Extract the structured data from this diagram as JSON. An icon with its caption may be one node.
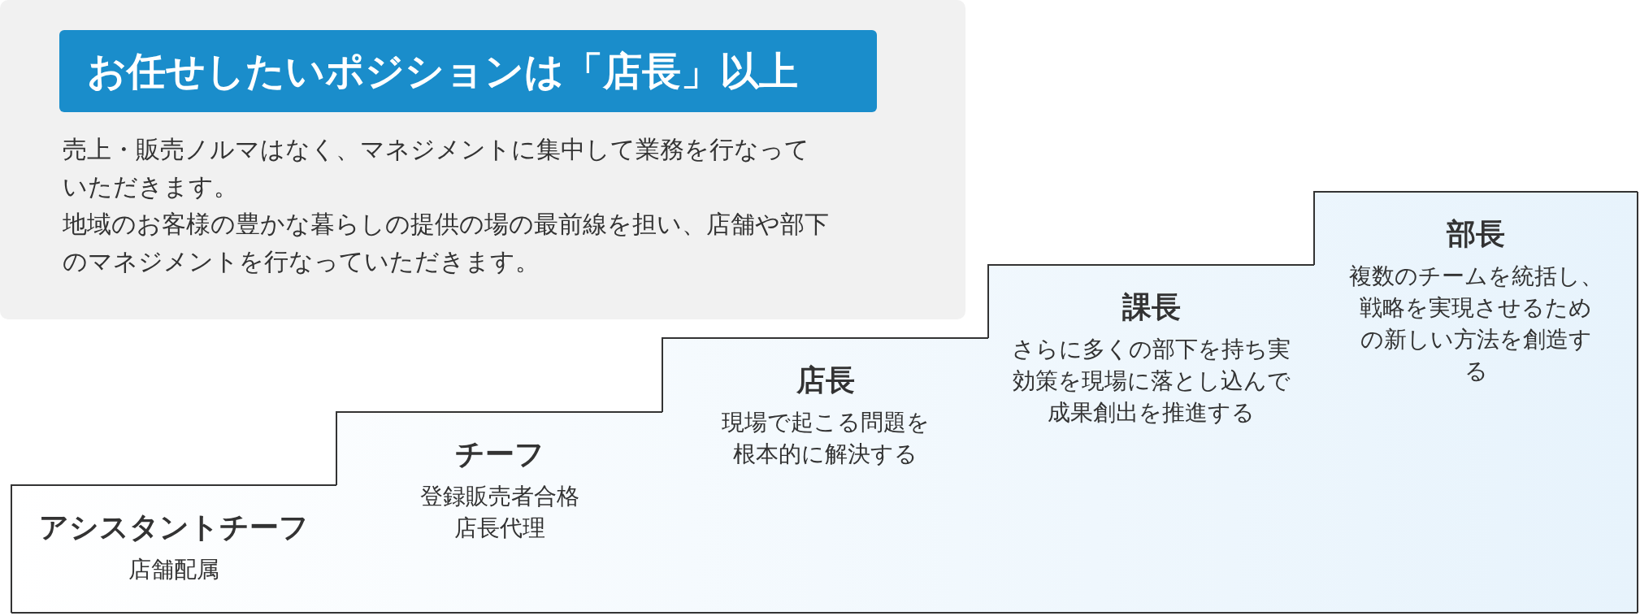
{
  "diagram": {
    "nodes": [
      {
        "text": [
          "売上・販売ノルマはなく、マネジメントに集中して業務を行なっていただきます。",
          "地域のお客様の豊かな暮らしの提供の場の最前線を担い、店舗や部下のマネジメントを行なっていただきます。"
        ]
      },
      {
        "text": [
          "お任せしたいポジションは「店長」以上"
        ],
        "in": 0
      },
      {
        "text": [
          "アシスタントチーフ",
          "店舗配属"
        ]
      },
      {
        "text": [
          "チーフ",
          "登録販売者合格店長代理"
        ]
      },
      {
        "text": [
          "店長",
          "現場で起こる問題を根本的に解決する"
        ]
      },
      {
        "text": [
          "課長",
          "さらに多くの部下を持ち実効策を現場に落とし込んで成果創出を推進する"
        ]
      },
      {
        "text": [
          "部長",
          "複数のチームを統括し、戦略を実現させるための新しい方法を創造する"
        ]
      }
    ],
    "edges": []
  }
}
